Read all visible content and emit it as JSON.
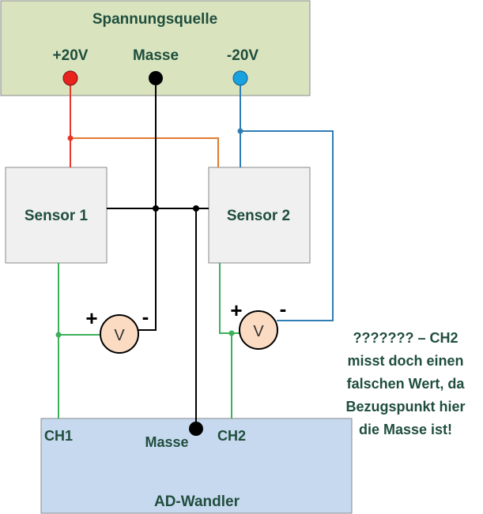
{
  "source": {
    "title": "Spannungsquelle",
    "terminals": {
      "pos": "+20V",
      "ground": "Masse",
      "neg": "-20V"
    }
  },
  "sensors": {
    "s1": "Sensor 1",
    "s2": "Sensor 2"
  },
  "meters": {
    "m1": {
      "symbol": "V",
      "plus": "+",
      "minus": "-"
    },
    "m2": {
      "symbol": "V",
      "plus": "+",
      "minus": "-"
    }
  },
  "adc": {
    "title": "AD-Wandler",
    "ch1": "CH1",
    "ground": "Masse",
    "ch2": "CH2"
  },
  "note": {
    "lines": [
      "??????? – CH2",
      "misst doch einen",
      "falschen Wert, da",
      "Bezugspunkt hier",
      "die Masse ist!"
    ]
  },
  "colors": {
    "pos_wire": "#e8372a",
    "pos_wire_orange": "#e07b2e",
    "ground_wire": "#000000",
    "neg_wire": "#2e7db5",
    "signal_wire": "#3cb05a",
    "source_fill": "#d9e4bf",
    "sensor_fill": "#f0f0f0",
    "adc_fill": "#c7d9ef",
    "meter_fill": "#fbdcc3",
    "label_text": "#1f4e3d"
  }
}
